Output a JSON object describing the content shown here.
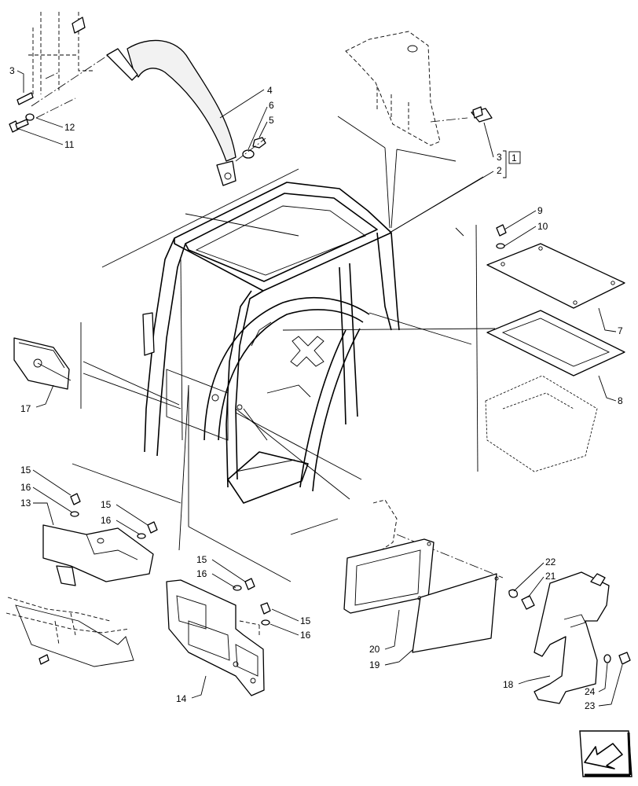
{
  "labels": {
    "l1": "1",
    "l2": "2",
    "l3a": "3",
    "l3b": "3",
    "l4": "4",
    "l5": "5",
    "l6": "6",
    "l7": "7",
    "l8": "8",
    "l9": "9",
    "l10": "10",
    "l11": "11",
    "l12": "12",
    "l13": "13",
    "l14": "14",
    "l15a": "15",
    "l15b": "15",
    "l15c": "15",
    "l15d": "15",
    "l16a": "16",
    "l16b": "16",
    "l16c": "16",
    "l16d": "16",
    "l17": "17",
    "l18": "18",
    "l19": "19",
    "l20": "20",
    "l21": "21",
    "l22": "22",
    "l23": "23",
    "l24": "24"
  },
  "icons": {
    "nav": "arrow-icon"
  }
}
